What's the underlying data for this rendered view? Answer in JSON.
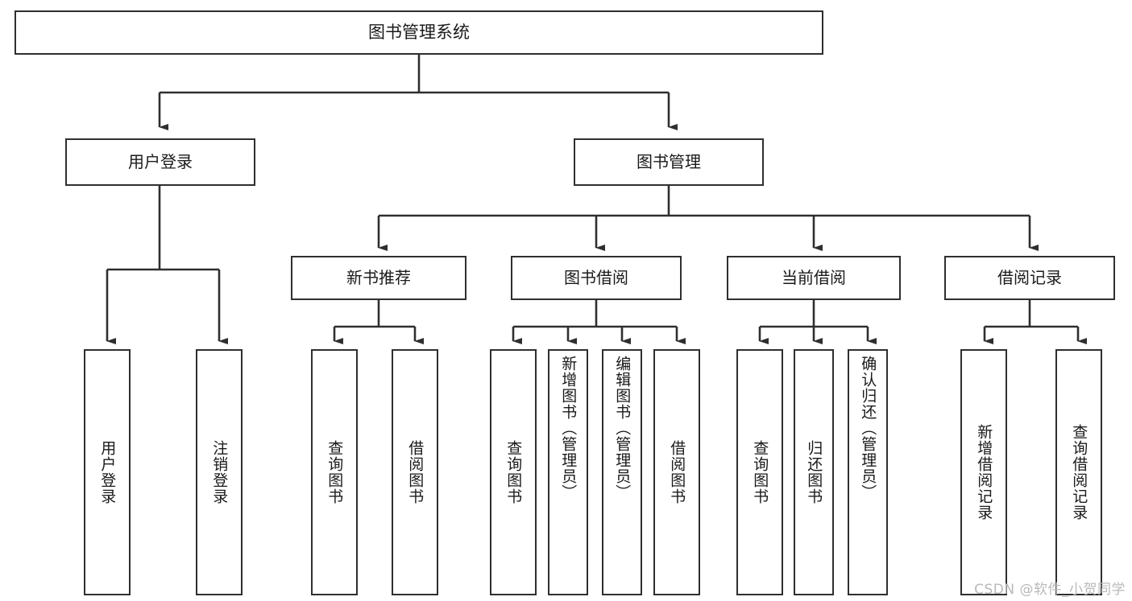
{
  "diagram": {
    "title": "图书管理系统",
    "type": "功能结构图",
    "style": {
      "border_color": "#2f2f2f",
      "fill_color": "#ffffff",
      "text_color": "#1a1a1a",
      "connector_color": "#2f2f2f",
      "watermark_color": "#b9b9b9"
    },
    "root": {
      "label": "图书管理系统"
    },
    "level2": [
      {
        "label": "用户登录"
      },
      {
        "label": "图书管理"
      }
    ],
    "level3": [
      {
        "label": "新书推荐"
      },
      {
        "label": "图书借阅"
      },
      {
        "label": "当前借阅"
      },
      {
        "label": "借阅记录"
      }
    ],
    "leaves": {
      "user_login": [
        {
          "label": "用户登录"
        },
        {
          "label": "注销登录"
        }
      ],
      "new_book_recommend": [
        {
          "label": "查询图书"
        },
        {
          "label": "借阅图书"
        }
      ],
      "book_borrow": [
        {
          "label": "查询图书"
        },
        {
          "label": "新增图书（管理员）"
        },
        {
          "label": "编辑图书（管理员）"
        },
        {
          "label": "借阅图书"
        }
      ],
      "current_borrow": [
        {
          "label": "查询图书"
        },
        {
          "label": "归还图书"
        },
        {
          "label": "确认归还（管理员）"
        }
      ],
      "borrow_record": [
        {
          "label": "新增借阅记录"
        },
        {
          "label": "查询借阅记录"
        }
      ]
    },
    "watermark": "CSDN @软件_小贺同学"
  }
}
